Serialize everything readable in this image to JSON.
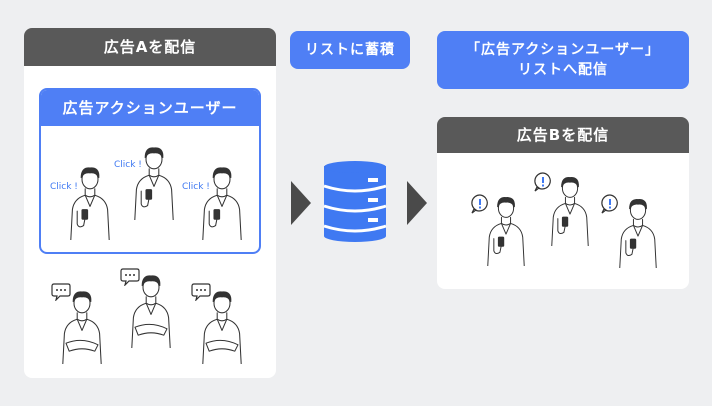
{
  "left_panel": {
    "title": "広告Aを配信",
    "action_box": {
      "title": "広告アクションユーザー",
      "click_labels": [
        "Click !",
        "Click !",
        "Click !"
      ]
    }
  },
  "middle": {
    "label": "リストに蓄積"
  },
  "right": {
    "list_label_line1": "「広告アクションユーザー」",
    "list_label_line2": "リストへ配信",
    "panel_title": "広告Bを配信"
  },
  "colors": {
    "accent": "#4f7ff5",
    "header": "#595959",
    "background": "#eeeff1"
  }
}
